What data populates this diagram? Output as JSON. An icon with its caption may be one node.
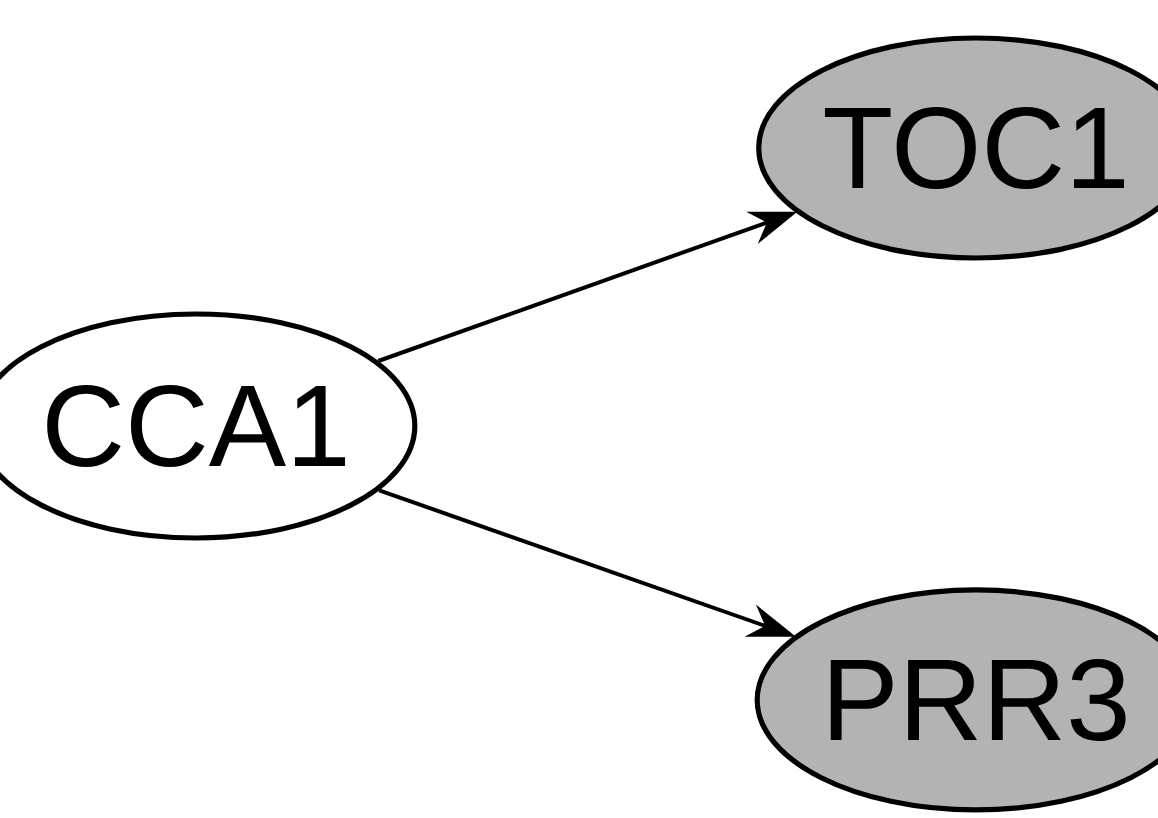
{
  "diagram": {
    "nodes": [
      {
        "text": [
          "CCA1"
        ]
      },
      {
        "text": [
          "TOC1"
        ]
      },
      {
        "text": [
          "PRR3"
        ]
      }
    ],
    "edges": [
      {
        "from": 0,
        "to": 1,
        "arrow": "to"
      },
      {
        "from": 0,
        "to": 2,
        "arrow": "to"
      }
    ]
  }
}
